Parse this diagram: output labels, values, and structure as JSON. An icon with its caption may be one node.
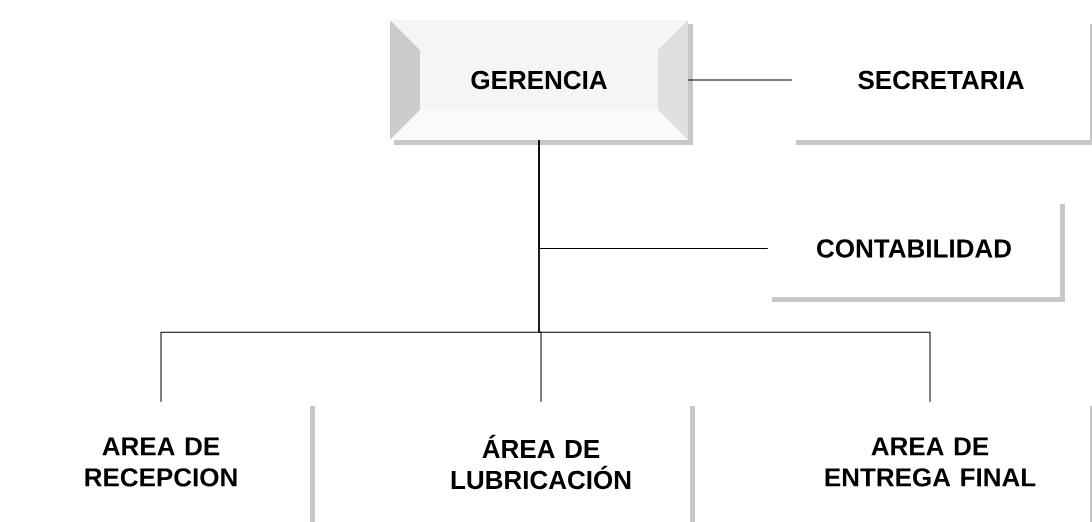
{
  "diagram": {
    "nodes": [
      {
        "text": [
          "GERENCIA"
        ]
      },
      {
        "text": [
          "SECRETARIA"
        ]
      },
      {
        "text": [
          "CONTABILIDAD"
        ]
      },
      {
        "text": [
          "AREA DE RECEPCION"
        ]
      },
      {
        "text": [
          "ÁREA DE LUBRICACIÓN"
        ]
      },
      {
        "text": [
          "AREA DE ENTREGA FINAL"
        ]
      }
    ],
    "edges": [
      {
        "from": 0,
        "to": 1,
        "arrow": "none"
      },
      {
        "from": 0,
        "to": 2,
        "arrow": "none"
      },
      {
        "from": 0,
        "to": 3,
        "arrow": "none"
      },
      {
        "from": 0,
        "to": 4,
        "arrow": "none"
      },
      {
        "from": 0,
        "to": 5,
        "arrow": "none"
      }
    ]
  }
}
